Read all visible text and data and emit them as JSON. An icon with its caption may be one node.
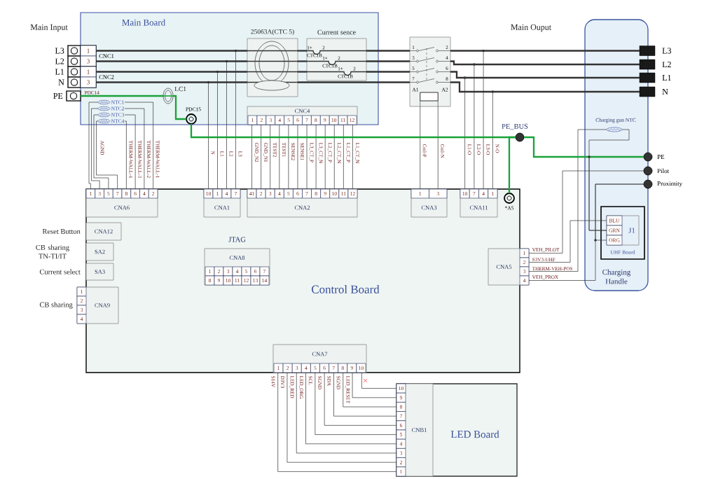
{
  "diagram": {
    "nodes": [
      {
        "text": [
          "Main Board"
        ]
      },
      {
        "text": [
          "25063A(CTC 5)"
        ],
        "in": 0
      },
      {
        "text": [
          "Current sence",
          "1+",
          "2",
          "CTC1B",
          "1+",
          "2",
          "CTC1B",
          "1+",
          "2",
          "CTC1B"
        ],
        "in": 0
      },
      {
        "text": [
          "LC1"
        ],
        "in": 0
      },
      {
        "text": [
          "PDC15"
        ],
        "in": 0
      },
      {
        "text": [
          "NTC1"
        ],
        "in": 0
      },
      {
        "text": [
          "NTC2"
        ],
        "in": 0
      },
      {
        "text": [
          "NTC3"
        ],
        "in": 0
      },
      {
        "text": [
          "NTC4"
        ],
        "in": 0
      },
      {
        "text": [
          "CNC4",
          "1",
          "2",
          "3",
          "4",
          "5",
          "6",
          "7",
          "8",
          "9",
          "10",
          "11",
          "12"
        ],
        "in": 0
      },
      {
        "text": [
          "L3"
        ]
      },
      {
        "text": [
          "L2"
        ]
      },
      {
        "text": [
          "L1"
        ]
      },
      {
        "text": [
          "N"
        ]
      },
      {
        "text": [
          "CNC1",
          "1",
          "3"
        ],
        "in": 0
      },
      {
        "text": [
          "CNC2",
          "1",
          "3"
        ],
        "in": 0
      },
      {
        "text": [
          "PE"
        ]
      },
      {
        "text": [
          "1",
          "2",
          "3",
          "4",
          "5",
          "6",
          "7",
          "8",
          "A1",
          "A2"
        ]
      },
      {
        "text": [
          "L3"
        ]
      },
      {
        "text": [
          "L2"
        ]
      },
      {
        "text": [
          "L1"
        ]
      },
      {
        "text": [
          "N"
        ]
      },
      {
        "text": [
          "PE_BUS"
        ]
      },
      {
        "text": [
          "Charging Handle"
        ]
      },
      {
        "text": [
          "Charging gun NTC"
        ],
        "in": 23
      },
      {
        "text": [
          "PE"
        ]
      },
      {
        "text": [
          "Pilot"
        ]
      },
      {
        "text": [
          "Proximity"
        ]
      },
      {
        "text": [
          "UHF Board"
        ],
        "in": 23
      },
      {
        "text": [
          "J1",
          "BLU",
          "GRN",
          "ORG"
        ],
        "in": 28
      },
      {
        "text": [
          "Control Board"
        ]
      },
      {
        "text": [
          "CNA6",
          "1",
          "3",
          "5",
          "7",
          "8",
          "6",
          "4",
          "2"
        ],
        "in": 30
      },
      {
        "text": [
          "CNA1",
          "10",
          "1",
          "4",
          "7"
        ],
        "in": 30
      },
      {
        "text": [
          "CNA2",
          "41",
          "2",
          "3",
          "4",
          "5",
          "6",
          "7",
          "8",
          "9",
          "10",
          "11",
          "12"
        ],
        "in": 30
      },
      {
        "text": [
          "CNA3",
          "1",
          "3"
        ],
        "in": 30
      },
      {
        "text": [
          "CNA11",
          "10",
          "7",
          "4",
          "1"
        ],
        "in": 30
      },
      {
        "text": [
          "*A5"
        ],
        "in": 30
      },
      {
        "text": [
          "CNA12"
        ],
        "beside": [
          "Reset Button"
        ],
        "in": 30
      },
      {
        "text": [
          "SA2"
        ],
        "beside": [
          "CB sharing TN-TI/IT"
        ],
        "in": 30
      },
      {
        "text": [
          "SA3"
        ],
        "beside": [
          "Current select"
        ],
        "in": 30
      },
      {
        "text": [
          "CNA8",
          "1",
          "2",
          "3",
          "4",
          "5",
          "6",
          "7",
          "8",
          "9",
          "10",
          "11",
          "12",
          "13",
          "14"
        ],
        "beside": [
          "JTAG"
        ],
        "in": 30
      },
      {
        "text": [
          "CNA9",
          "1",
          "2",
          "3",
          "4"
        ],
        "beside": [
          "CB sharing"
        ]
      },
      {
        "text": [
          "CNA5",
          "1",
          "2",
          "3",
          "4"
        ]
      },
      {
        "text": [
          "CNA7",
          "1",
          "2",
          "3",
          "4",
          "5",
          "6",
          "7",
          "8",
          "9",
          "10"
        ],
        "in": 30
      },
      {
        "text": [
          "LED Board"
        ]
      },
      {
        "text": [
          "CNB1",
          "10",
          "9",
          "8",
          "7",
          "6",
          "5",
          "4",
          "3",
          "2",
          "1"
        ],
        "in": 44
      }
    ],
    "edges": [
      {
        "from": 14,
        "to": 1,
        "arrow": "none",
        "style": "thick"
      },
      {
        "from": 14,
        "to": 1,
        "arrow": "none",
        "style": "thick"
      },
      {
        "from": 15,
        "to": 1,
        "arrow": "none",
        "style": "thick"
      },
      {
        "from": 15,
        "to": 1,
        "arrow": "none",
        "style": "thick"
      },
      {
        "from": 1,
        "to": 2,
        "arrow": "none",
        "style": "thick"
      },
      {
        "from": 1,
        "to": 2,
        "arrow": "none",
        "style": "thick"
      },
      {
        "from": 1,
        "to": 2,
        "arrow": "none",
        "style": "thick"
      },
      {
        "from": 1,
        "to": 17,
        "arrow": "none",
        "style": "thick"
      },
      {
        "from": 2,
        "to": 17,
        "arrow": "none",
        "style": "thick"
      },
      {
        "from": 2,
        "to": 17,
        "arrow": "none",
        "style": "thick"
      },
      {
        "from": 2,
        "to": 17,
        "arrow": "none",
        "style": "thick"
      },
      {
        "from": 17,
        "to": 18,
        "arrow": "none",
        "style": "thick"
      },
      {
        "from": 17,
        "to": 19,
        "arrow": "none",
        "style": "thick"
      },
      {
        "from": 17,
        "to": 20,
        "arrow": "none",
        "style": "thick"
      },
      {
        "from": 17,
        "to": 21,
        "arrow": "none",
        "style": "thick"
      },
      {
        "from": 15,
        "to": 32,
        "arrow": "none",
        "label": "N"
      },
      {
        "from": 15,
        "to": 32,
        "arrow": "none",
        "label": "L1"
      },
      {
        "from": 14,
        "to": 32,
        "arrow": "none",
        "label": "L2"
      },
      {
        "from": 14,
        "to": 32,
        "arrow": "none",
        "label": "L3"
      },
      {
        "from": 5,
        "to": 31,
        "arrow": "none"
      },
      {
        "from": 6,
        "to": 31,
        "arrow": "none"
      },
      {
        "from": 7,
        "to": 31,
        "arrow": "none"
      },
      {
        "from": 8,
        "to": 31,
        "arrow": "none",
        "label": "AGND"
      },
      {
        "from": 8,
        "to": 31,
        "arrow": "none",
        "label": "THERM-WALL-4"
      },
      {
        "from": 7,
        "to": 31,
        "arrow": "none",
        "label": "THERM-WALL-3"
      },
      {
        "from": 6,
        "to": 31,
        "arrow": "none",
        "label": "THERM-WALL-2"
      },
      {
        "from": 5,
        "to": 31,
        "arrow": "none",
        "label": "THERM-WALL-1"
      },
      {
        "from": 9,
        "to": 33,
        "arrow": "none",
        "label": "GND_N2"
      },
      {
        "from": 9,
        "to": 33,
        "arrow": "none",
        "label": "GND_N1"
      },
      {
        "from": 9,
        "to": 33,
        "arrow": "none",
        "label": "TEST2"
      },
      {
        "from": 9,
        "to": 33,
        "arrow": "none",
        "label": "TEST1"
      },
      {
        "from": 9,
        "to": 33,
        "arrow": "none",
        "label": "SENSE2"
      },
      {
        "from": 9,
        "to": 33,
        "arrow": "none",
        "label": "SENSE1"
      },
      {
        "from": 9,
        "to": 33,
        "arrow": "none",
        "label": "L3_CT_P"
      },
      {
        "from": 9,
        "to": 33,
        "arrow": "none",
        "label": "L3_CT_N"
      },
      {
        "from": 9,
        "to": 33,
        "arrow": "none",
        "label": "L2_CT_P"
      },
      {
        "from": 9,
        "to": 33,
        "arrow": "none",
        "label": "L2_CT_N"
      },
      {
        "from": 9,
        "to": 33,
        "arrow": "none",
        "label": "L1_CT_P"
      },
      {
        "from": 9,
        "to": 33,
        "arrow": "none",
        "label": "L1_CT_N"
      },
      {
        "from": 17,
        "to": 34,
        "arrow": "none",
        "label": "Coil-P"
      },
      {
        "from": 17,
        "to": 34,
        "arrow": "none",
        "label": "Coil-N"
      },
      {
        "from": 17,
        "to": 35,
        "arrow": "none",
        "label": "L1-O"
      },
      {
        "from": 17,
        "to": 35,
        "arrow": "none",
        "label": "L2-O"
      },
      {
        "from": 17,
        "to": 35,
        "arrow": "none",
        "label": "L3-O"
      },
      {
        "from": 17,
        "to": 35,
        "arrow": "none",
        "label": "N-O"
      },
      {
        "from": 16,
        "to": 3,
        "arrow": "none",
        "label": "PDC14",
        "style": "thick",
        "color": "#19a23a"
      },
      {
        "from": 3,
        "to": 4,
        "arrow": "none",
        "style": "thick",
        "color": "#19a23a"
      },
      {
        "from": 4,
        "to": 22,
        "arrow": "none",
        "style": "thick",
        "color": "#19a23a"
      },
      {
        "from": 36,
        "to": 22,
        "arrow": "none",
        "style": "thick",
        "color": "#19a23a"
      },
      {
        "from": 22,
        "to": 25,
        "arrow": "none",
        "style": "thick",
        "color": "#19a23a"
      },
      {
        "from": 42,
        "to": 26,
        "arrow": "none",
        "label": "VEH_PILOT"
      },
      {
        "from": 42,
        "to": 29,
        "arrow": "none",
        "label": "S3V3-UHF"
      },
      {
        "from": 42,
        "to": 24,
        "arrow": "none",
        "label": "THERM-VEH-POS"
      },
      {
        "from": 42,
        "to": 27,
        "arrow": "none",
        "label": "VEH_PROX"
      },
      {
        "from": 24,
        "to": 29,
        "arrow": "none"
      },
      {
        "from": 25,
        "to": 29,
        "arrow": "none"
      },
      {
        "from": 29,
        "to": 27,
        "arrow": "none"
      },
      {
        "from": 43,
        "to": 45,
        "arrow": "none",
        "label": "S14V"
      },
      {
        "from": 43,
        "to": 45,
        "arrow": "none",
        "label": "D3V3"
      },
      {
        "from": 43,
        "to": 45,
        "arrow": "none",
        "label": "LED_RED"
      },
      {
        "from": 43,
        "to": 45,
        "arrow": "none",
        "label": "LED_ORG"
      },
      {
        "from": 43,
        "to": 45,
        "arrow": "none",
        "label": "SCL"
      },
      {
        "from": 43,
        "to": 45,
        "arrow": "none",
        "label": "SGND"
      },
      {
        "from": 43,
        "to": 45,
        "arrow": "none",
        "label": "SDA"
      },
      {
        "from": 43,
        "to": 45,
        "arrow": "none",
        "label": "SGND"
      },
      {
        "from": 43,
        "to": 45,
        "arrow": "none",
        "label": "LED_RESET"
      },
      {
        "from": 43,
        "to": 45,
        "arrow": "none"
      }
    ],
    "labels": [
      "Main Input",
      "Main Ouput"
    ]
  }
}
